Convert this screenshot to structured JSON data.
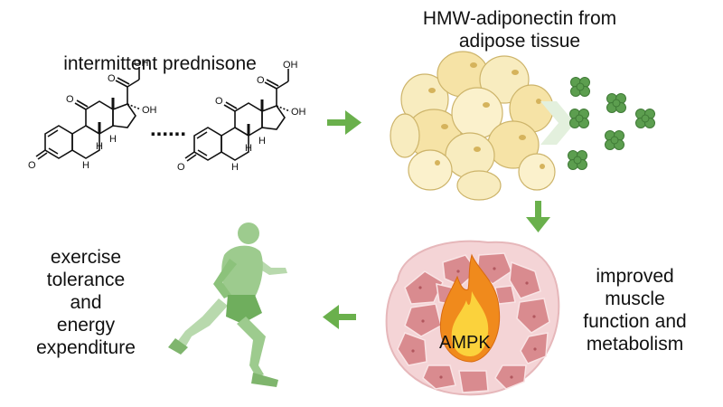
{
  "labels": {
    "drug": "intermittent prednisone",
    "adipo_line1": "HMW-adiponectin from",
    "adipo_line2": "adipose tissue",
    "muscle_line1": "improved",
    "muscle_line2": "muscle",
    "muscle_line3": "function and",
    "muscle_line4": "metabolism",
    "exercise_line1": "exercise",
    "exercise_line2": "tolerance",
    "exercise_line3": "and",
    "exercise_line4": "energy",
    "exercise_line5": "expenditure",
    "enzyme": "AMPK"
  },
  "molecule": {
    "atoms": [
      "O",
      "OH",
      "OH",
      "O",
      "H",
      "H",
      "H"
    ],
    "separator": "......"
  },
  "colors": {
    "arrow": "#6ab04c",
    "fat_cell": "#f6e7b0",
    "fat_outline": "#d9c27a",
    "adiponectin": "#5c9e4f",
    "muscle_fiber": "#d98b8f",
    "muscle_border": "#f4d4d6",
    "flame_outer": "#f08a1c",
    "flame_inner": "#fbd23c",
    "runner": "#8cc27b"
  }
}
